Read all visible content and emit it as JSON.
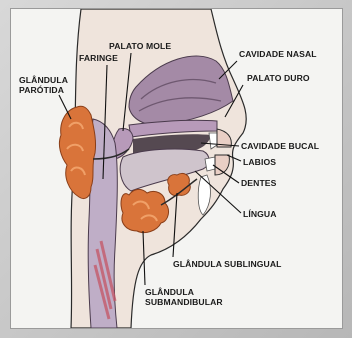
{
  "labels": {
    "palato_mole": "PALATO MOLE",
    "faringe": "FARINGE",
    "glandula_parotida_1": "GLÂNDULA",
    "glandula_parotida_2": "PARÓTIDA",
    "cavidade_nasal": "CAVIDADE NASAL",
    "palato_duro": "PALATO DURO",
    "cavidade_bucal": "CAVIDADE BUCAL",
    "labios": "LABIOS",
    "dentes": "DENTES",
    "lingua": "LÍNGUA",
    "glandula_sublingual": "GLÂNDULA SUBLINGUAL",
    "glandula_submandibular_1": "GLÂNDULA",
    "glandula_submandibular_2": "SUBMANDIBULAR"
  },
  "colors": {
    "background": "#f4f4f2",
    "head_outline": "#2a2a2a",
    "gland_orange": "#d9743a",
    "gland_highlight": "#f0a068",
    "nasal_purple": "#a48aa6",
    "palate_purple": "#b79ab9",
    "throat_lilac": "#bfaec7",
    "tongue_gray": "#cfc4cc",
    "skin": "#efe4dc"
  }
}
